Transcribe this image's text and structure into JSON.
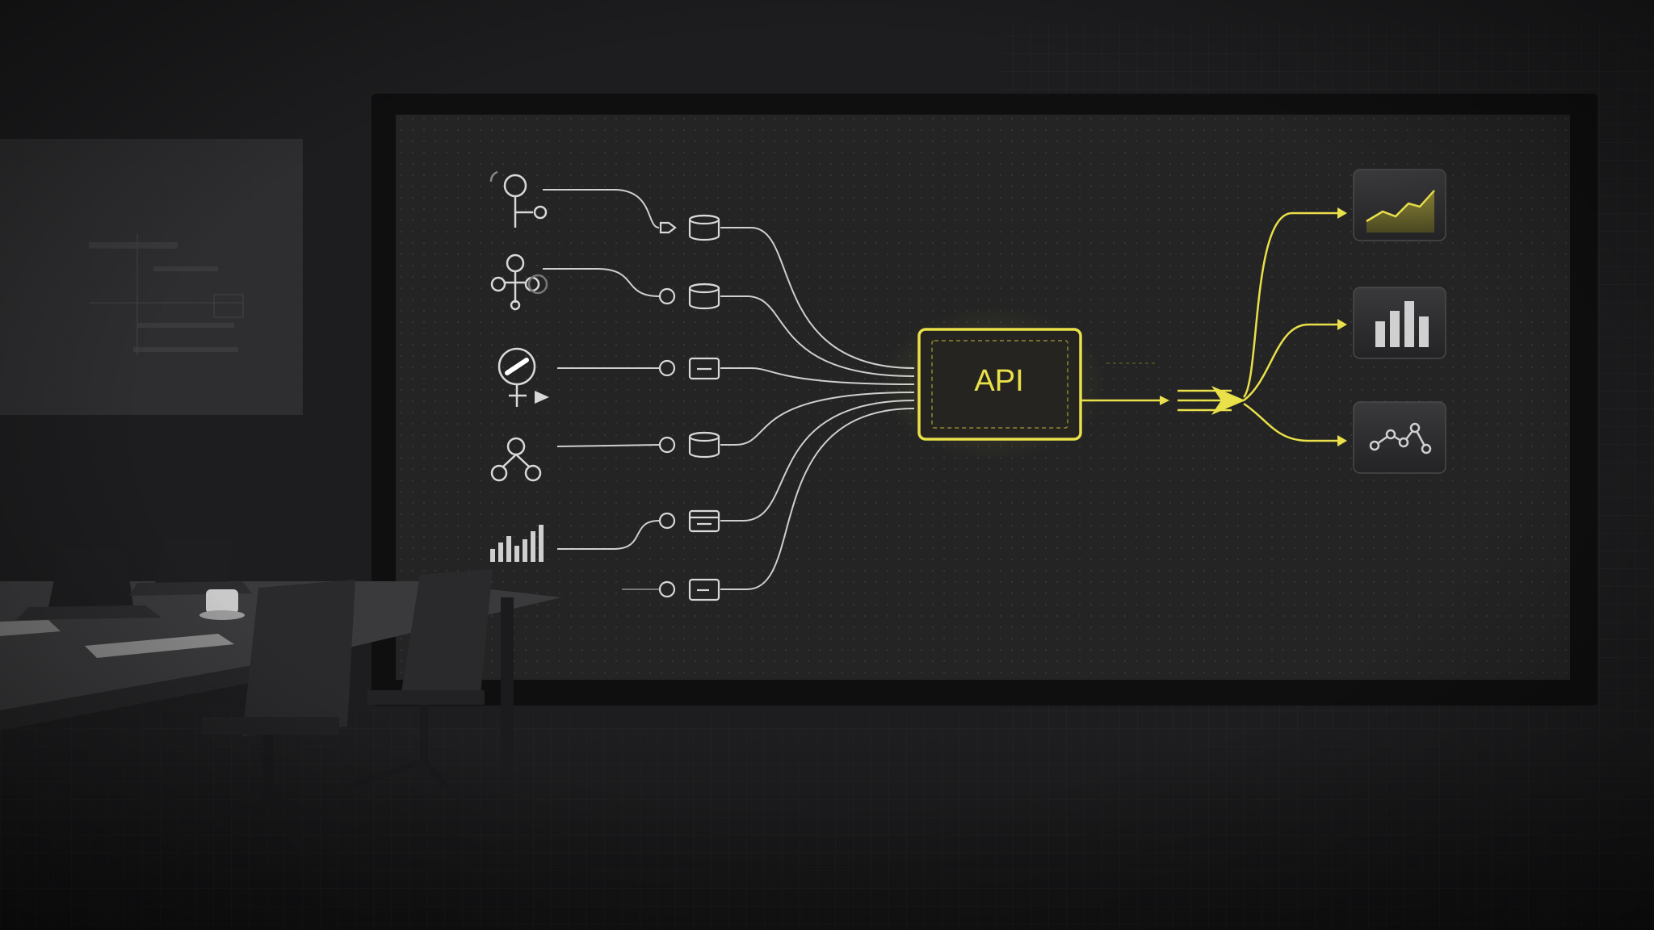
{
  "diagram": {
    "hub_label": "API",
    "source_icons": [
      {
        "name": "pin-branch-icon"
      },
      {
        "name": "cluster-network-icon"
      },
      {
        "name": "edit-pin-play-icon"
      },
      {
        "name": "tree-network-icon"
      },
      {
        "name": "bar-signal-icon"
      }
    ],
    "storage_nodes": [
      {
        "name": "database-node-1"
      },
      {
        "name": "database-node-2"
      },
      {
        "name": "database-node-3"
      },
      {
        "name": "database-node-4"
      },
      {
        "name": "database-node-5"
      },
      {
        "name": "database-node-6"
      }
    ],
    "output_cards": [
      {
        "name": "area-chart-card-icon"
      },
      {
        "name": "bar-chart-card-icon"
      },
      {
        "name": "line-chart-card-icon"
      }
    ]
  },
  "colors": {
    "accent": "#e9e04a",
    "line": "#d8d8d8",
    "screen_bg": "#242424",
    "room_bg": "#1c1c1e"
  }
}
